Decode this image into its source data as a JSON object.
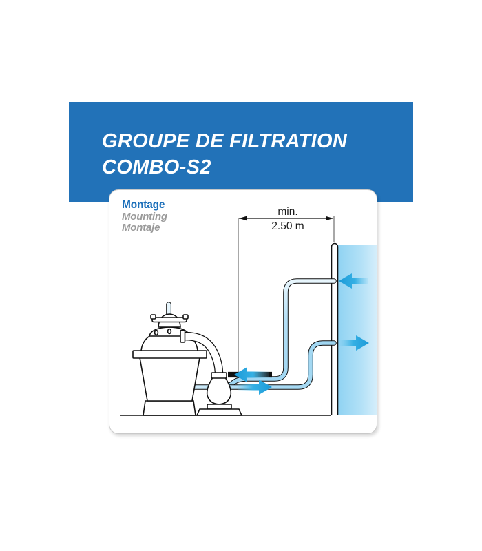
{
  "header": {
    "title": "GROUPE DE FILTRATION\nCOMBO-S2",
    "background_color": "#2272b8",
    "text_color": "#ffffff"
  },
  "card": {
    "labels": {
      "fr": "Montage",
      "en": "Mounting",
      "es": "Montaje"
    },
    "label_colors": {
      "primary": "#1b6fba",
      "secondary": "#9a9a9a"
    }
  },
  "diagram": {
    "type": "technical-illustration",
    "subject": "Pool sand filter pump group mounting distance",
    "dimension": {
      "prefix": "min.",
      "value": "2.50 m",
      "meaning": "minimum horizontal distance between the filtration group and the pool wall"
    },
    "components": [
      {
        "name": "sand-filter-tank",
        "description": "sand filter vessel with lid clamp ring"
      },
      {
        "name": "multiport-valve",
        "description": "multiport valve with dome and handle on top of filter"
      },
      {
        "name": "pump",
        "description": "pool pump bulb body next to the filter"
      },
      {
        "name": "suction-hose",
        "description": "hose from pool skimmer to pump inlet, flow toward pump"
      },
      {
        "name": "return-hose",
        "description": "hose from filter valve back to pool return inlet"
      },
      {
        "name": "pool-wall",
        "description": "vertical pool wall at right with water"
      },
      {
        "name": "ground-line",
        "description": "horizontal ground / base line"
      }
    ],
    "flow_arrows": [
      {
        "name": "pool-intake-arrow",
        "direction": "left",
        "note": "water drawn from pool"
      },
      {
        "name": "pool-return-arrow",
        "direction": "right",
        "note": "filtered water returned to pool"
      },
      {
        "name": "pump-suction-arrow",
        "direction": "left",
        "note": "suction line into pump"
      },
      {
        "name": "pump-discharge-arrow",
        "direction": "right",
        "note": "discharge toward pool"
      }
    ],
    "colors": {
      "water": "#9fd8f5",
      "hose_fill": "#bfe4f7",
      "arrow": "#29a8e0",
      "outline": "#000000",
      "dimension_line": "#6f6f6f"
    }
  }
}
